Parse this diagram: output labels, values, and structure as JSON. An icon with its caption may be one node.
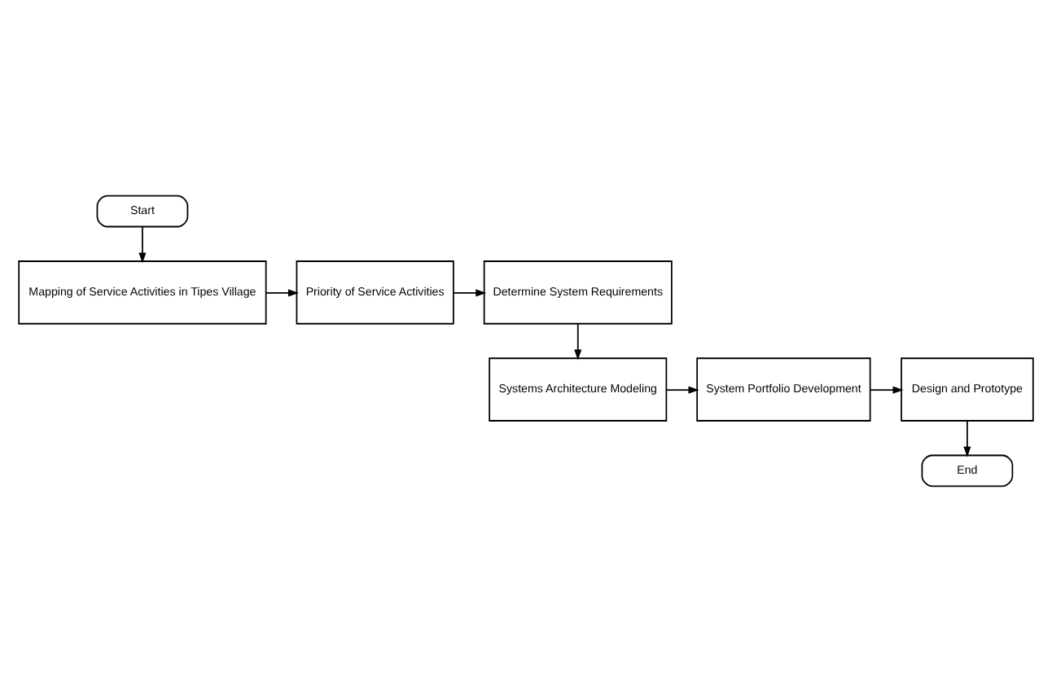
{
  "diagram": {
    "nodes": [
      {
        "text": [
          "Start"
        ]
      },
      {
        "text": [
          "Mapping of Service Activities in Tipes Village"
        ]
      },
      {
        "text": [
          "Priority of Service Activities"
        ]
      },
      {
        "text": [
          "Determine System Requirements"
        ]
      },
      {
        "text": [
          "Systems Architecture Modeling"
        ]
      },
      {
        "text": [
          "System Portfolio Development"
        ]
      },
      {
        "text": [
          "Design and Prototype"
        ]
      },
      {
        "text": [
          "End"
        ]
      }
    ],
    "edges": [
      {
        "from": 0,
        "to": 1,
        "arrow": "to"
      },
      {
        "from": 1,
        "to": 2,
        "arrow": "to"
      },
      {
        "from": 2,
        "to": 3,
        "arrow": "to"
      },
      {
        "from": 3,
        "to": 4,
        "arrow": "to"
      },
      {
        "from": 4,
        "to": 5,
        "arrow": "to"
      },
      {
        "from": 5,
        "to": 6,
        "arrow": "to"
      },
      {
        "from": 6,
        "to": 7,
        "arrow": "to"
      }
    ]
  }
}
